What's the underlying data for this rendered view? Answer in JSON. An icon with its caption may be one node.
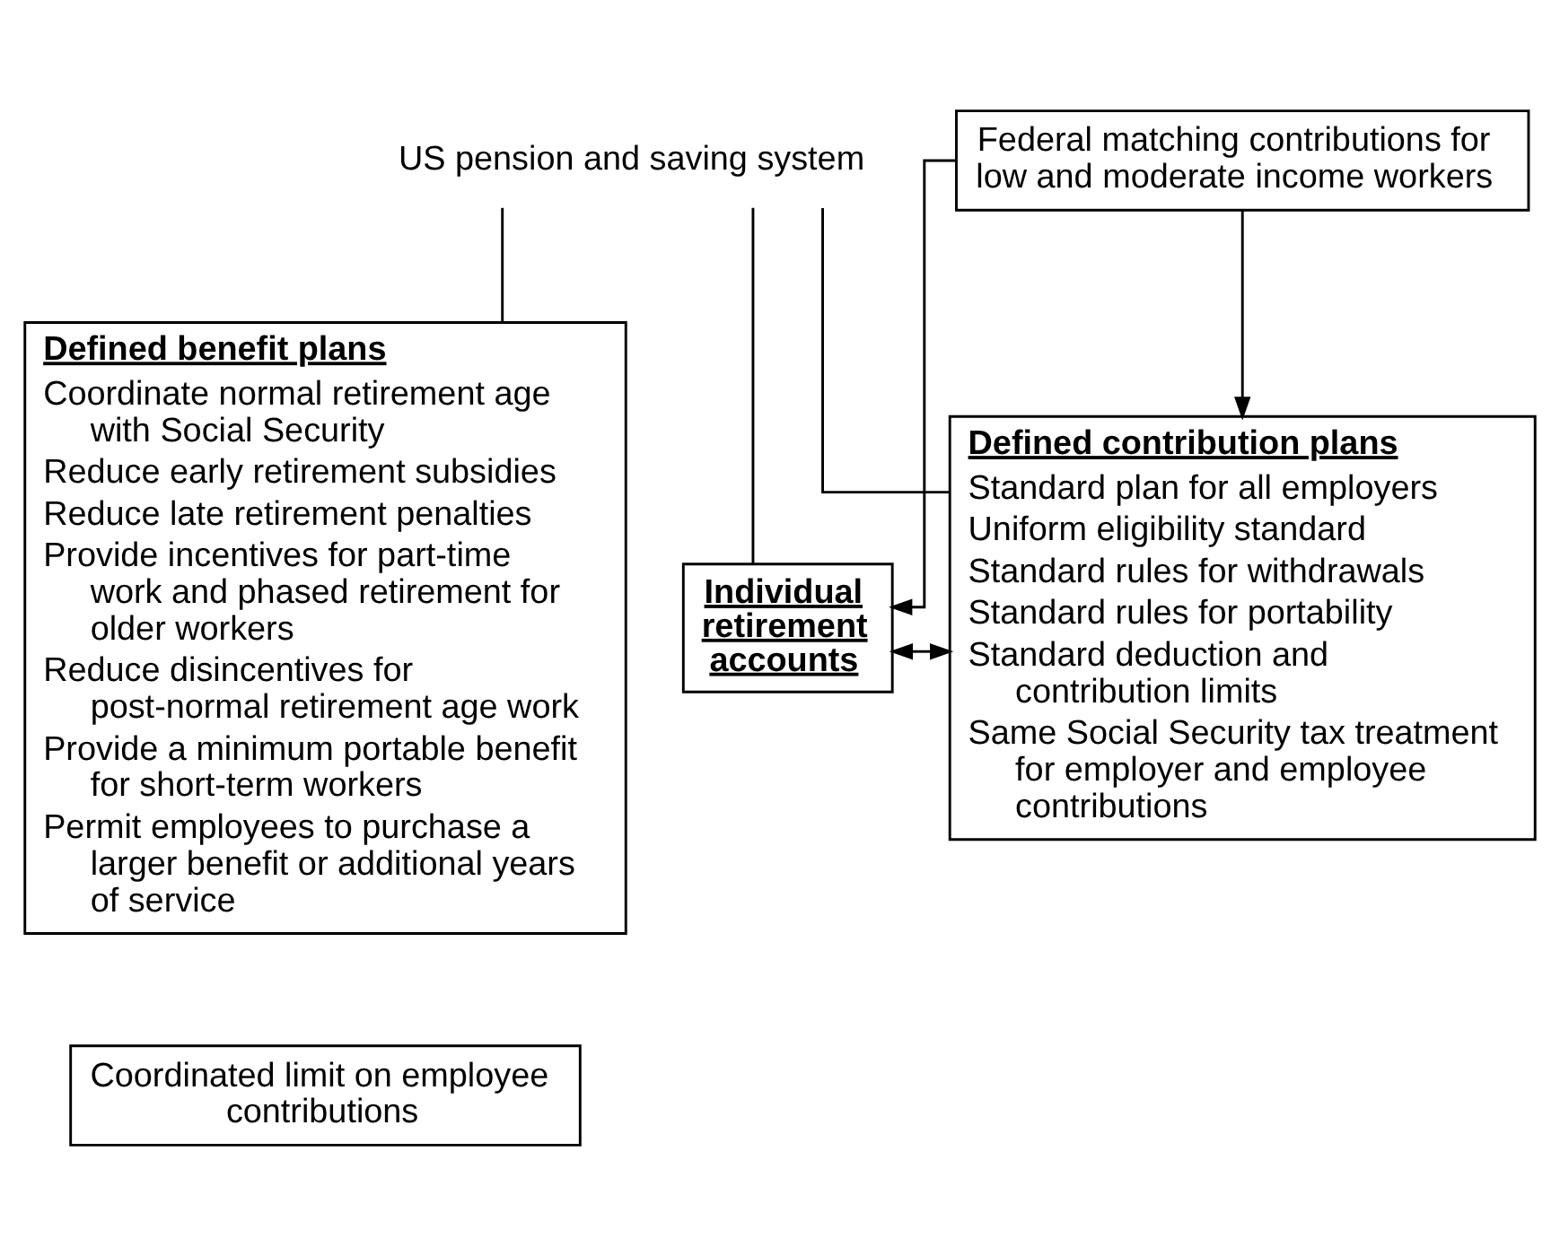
{
  "diagram": {
    "nodes": [
      {
        "text": [
          "US pension and saving system"
        ]
      },
      {
        "text": [
          "Defined benefit plans",
          "Coordinate normal retirement age with Social Security",
          "Reduce early retirement subsidies",
          "Reduce late retirement penalties",
          "Provide incentives for part-time work and phased retirement for older workers",
          "Reduce disincentives for post-normal retirement age work",
          "Provide a minimum portable benefit for short-term workers",
          "Permit employees to purchase a larger benefit or additional years of service"
        ]
      },
      {
        "text": [
          "Defined contribution plans",
          "Standard plan for all employers",
          "Uniform eligibility standard",
          "Standard rules for withdrawals",
          "Standard rules for portability",
          "Standard deduction and contribution limits",
          "Same Social Security tax treatment for employer and employee contributions"
        ]
      },
      {
        "text": [
          "Individual retirement accounts"
        ]
      },
      {
        "text": [
          "Federal matching contributions for low and moderate income workers"
        ]
      },
      {
        "text": [
          "Coordinated limit on employee contributions"
        ]
      }
    ],
    "edges": [
      {
        "from": 0,
        "to": 1,
        "arrow": "none"
      },
      {
        "from": 0,
        "to": 2,
        "arrow": "none"
      },
      {
        "from": 0,
        "to": 3,
        "arrow": "none"
      },
      {
        "from": 3,
        "to": 2,
        "arrow": "both"
      },
      {
        "from": 4,
        "to": 2,
        "arrow": "to"
      },
      {
        "from": 4,
        "to": 3,
        "arrow": "to"
      }
    ]
  }
}
